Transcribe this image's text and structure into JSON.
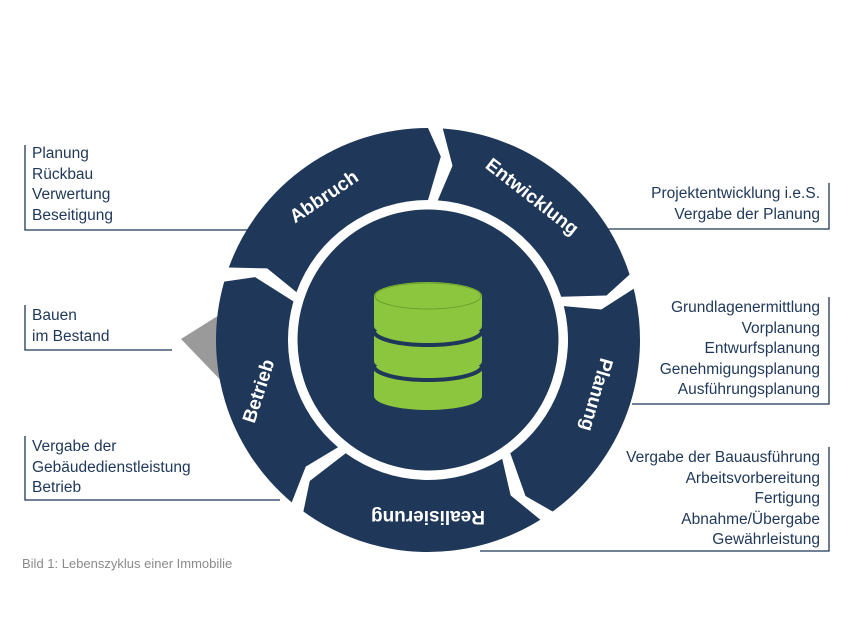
{
  "colors": {
    "segment": "#1f3758",
    "database_light": "#8cc63f",
    "database_dark": "#6aa12a",
    "callout_line": "#1f3758",
    "shadow": "#9a9a9a",
    "caption": "#8a8a8a"
  },
  "center_icon": "database-icon",
  "segments": [
    {
      "label": "Abbruch"
    },
    {
      "label": "Entwicklung"
    },
    {
      "label": "Planung"
    },
    {
      "label": "Realisierung"
    },
    {
      "label": "Betrieb"
    }
  ],
  "callouts": {
    "abbruch": [
      "Planung",
      "Rückbau",
      "Verwertung",
      "Beseitigung"
    ],
    "entwicklung": [
      "Projektentwicklung i.e.S.",
      "Vergabe der Planung"
    ],
    "betrieb_bestand": [
      "Bauen",
      "im Bestand"
    ],
    "planung": [
      "Grundlagenermittlung",
      "Vorplanung",
      "Entwurfsplanung",
      "Genehmigungsplanung",
      "Ausführungsplanung"
    ],
    "betrieb": [
      "Vergabe der",
      "Gebäudedienstleistung",
      "Betrieb"
    ],
    "realisierung": [
      "Vergabe der Bauausführung",
      "Arbeitsvorbereitung",
      "Fertigung",
      "Abnahme/Übergabe",
      "Gewährleistung"
    ]
  },
  "caption": "Bild 1: Lebenszyklus einer Immobilie"
}
